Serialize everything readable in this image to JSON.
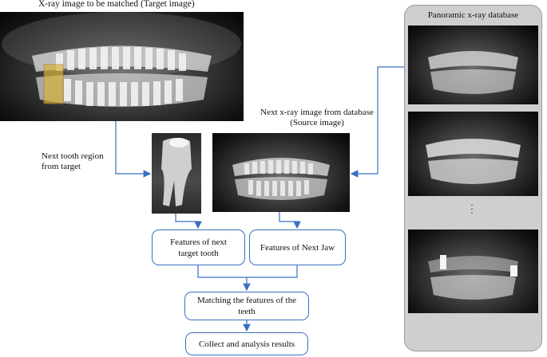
{
  "target": {
    "title": "X-ray image to be matched (Target image)",
    "tooth_region_label": [
      "Next tooth region",
      "from target"
    ]
  },
  "source": {
    "title": [
      "Next x-ray image from database",
      "(Source image)"
    ]
  },
  "database": {
    "title": "Panoramic x-ray database",
    "ellipsis": "·\n·\n·"
  },
  "flow": {
    "box_tooth_features": [
      "Features of next",
      "target tooth"
    ],
    "box_jaw_features": "Features of Next Jaw",
    "box_matching": [
      "Matching the features of the",
      "teeth"
    ],
    "box_collect": "Collect and analysis results"
  },
  "colors": {
    "arrow": "#3b6fc4",
    "highlight": "#d9b23a",
    "panel": "#cfcfcf"
  }
}
